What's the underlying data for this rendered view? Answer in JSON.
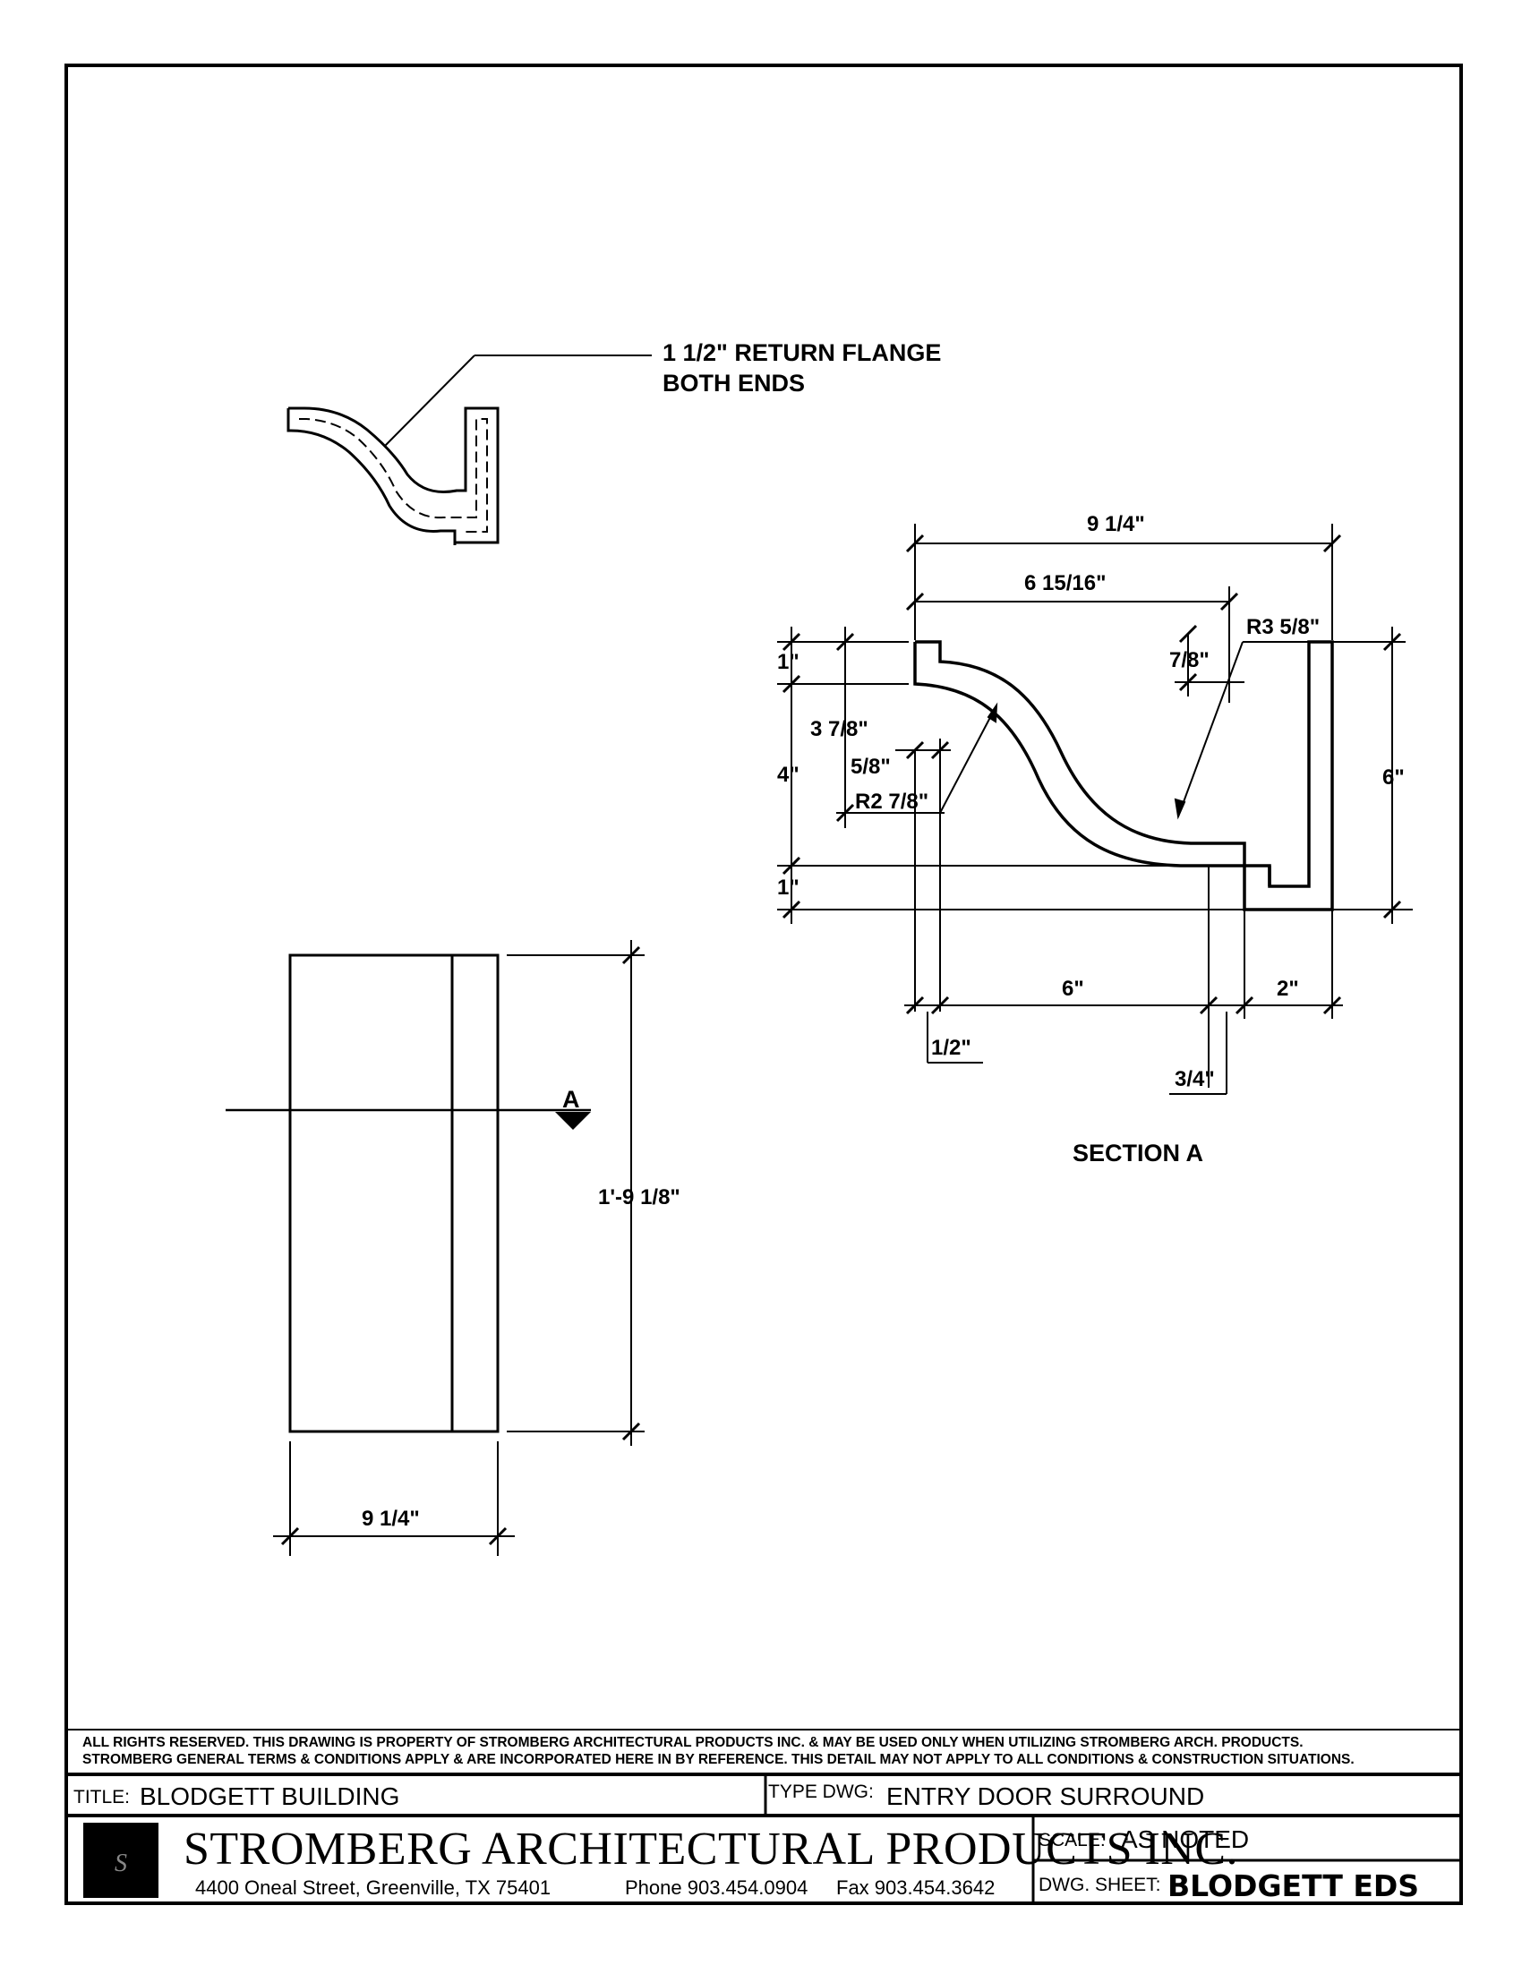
{
  "notes": {
    "flange_line1": "1 1/2\" RETURN FLANGE",
    "flange_line2": "BOTH ENDS",
    "section_title": "SECTION A",
    "section_marker": "A"
  },
  "section_dims": {
    "overall_width": "9 1/4\"",
    "upper_width": "6 15/16\"",
    "radius_large": "R3 5/8\"",
    "small_offset": "7/8\"",
    "top_flange": "1\"",
    "depth_3_7_8": "3 7/8\"",
    "height_4": "4\"",
    "wall_5_8": "5/8\"",
    "radius_small": "R2 7/8\"",
    "bottom_flange": "1\"",
    "overall_height": "6\"",
    "bottom_6": "6\"",
    "bottom_2": "2\"",
    "half": "1/2\"",
    "three_quarter": "3/4\""
  },
  "elevation_dims": {
    "height": "1'-9 1/8\"",
    "width": "9 1/4\""
  },
  "title_block": {
    "rights_line1": "ALL RIGHTS RESERVED. THIS DRAWING IS PROPERTY OF STROMBERG ARCHITECTURAL PRODUCTS INC. & MAY BE USED ONLY WHEN UTILIZING STROMBERG ARCH. PRODUCTS.",
    "rights_line2": "STROMBERG GENERAL TERMS & CONDITIONS APPLY & ARE INCORPORATED HERE IN BY REFERENCE. THIS DETAIL MAY NOT APPLY TO ALL CONDITIONS & CONSTRUCTION SITUATIONS.",
    "title_label": "TITLE:",
    "title_value": "BLODGETT BUILDING",
    "type_label": "TYPE DWG:",
    "type_value": "ENTRY DOOR SURROUND",
    "company_name": "STROMBERG ARCHITECTURAL PRODUCTS INC.",
    "address": "4400 Oneal Street, Greenville, TX  75401",
    "phone": "Phone 903.454.0904",
    "fax": "Fax 903.454.3642",
    "scale_label": "SCALE:",
    "scale_value": "AS NOTED",
    "sheet_label": "DWG. SHEET:",
    "sheet_value": "BLODGETT EDS",
    "logo_mark": "S"
  }
}
